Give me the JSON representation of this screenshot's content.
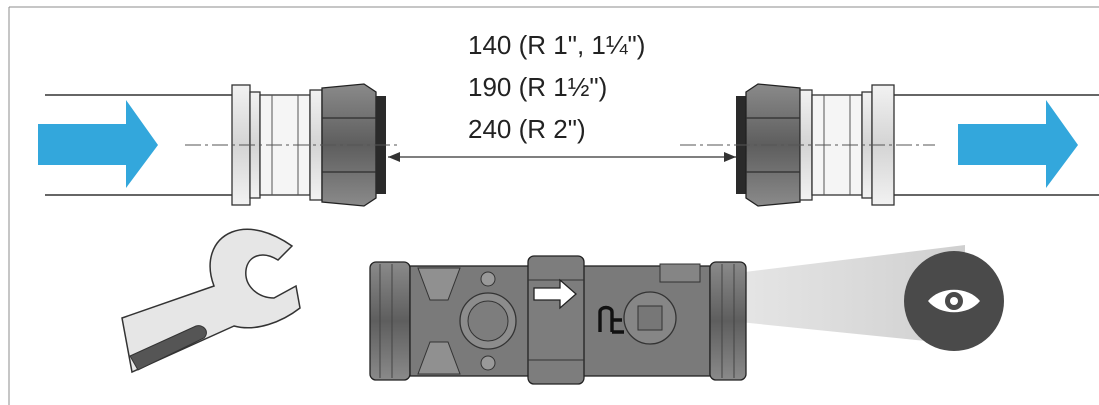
{
  "dimensions": {
    "line1": "140 (R 1\", 1¼\")",
    "line2": "190 (R 1½\")",
    "line3": "240 (R 2\")"
  },
  "flow_direction": "left-to-right",
  "colors": {
    "flow_arrow": "#33a7dc",
    "fitting_dark": "#5c5c5c",
    "fitting_light": "#d9d9d9",
    "eye_badge": "#4a4a4a"
  },
  "icons": [
    "flow-arrow-icon",
    "wrench-icon",
    "eye-icon",
    "direction-arrow-icon"
  ]
}
